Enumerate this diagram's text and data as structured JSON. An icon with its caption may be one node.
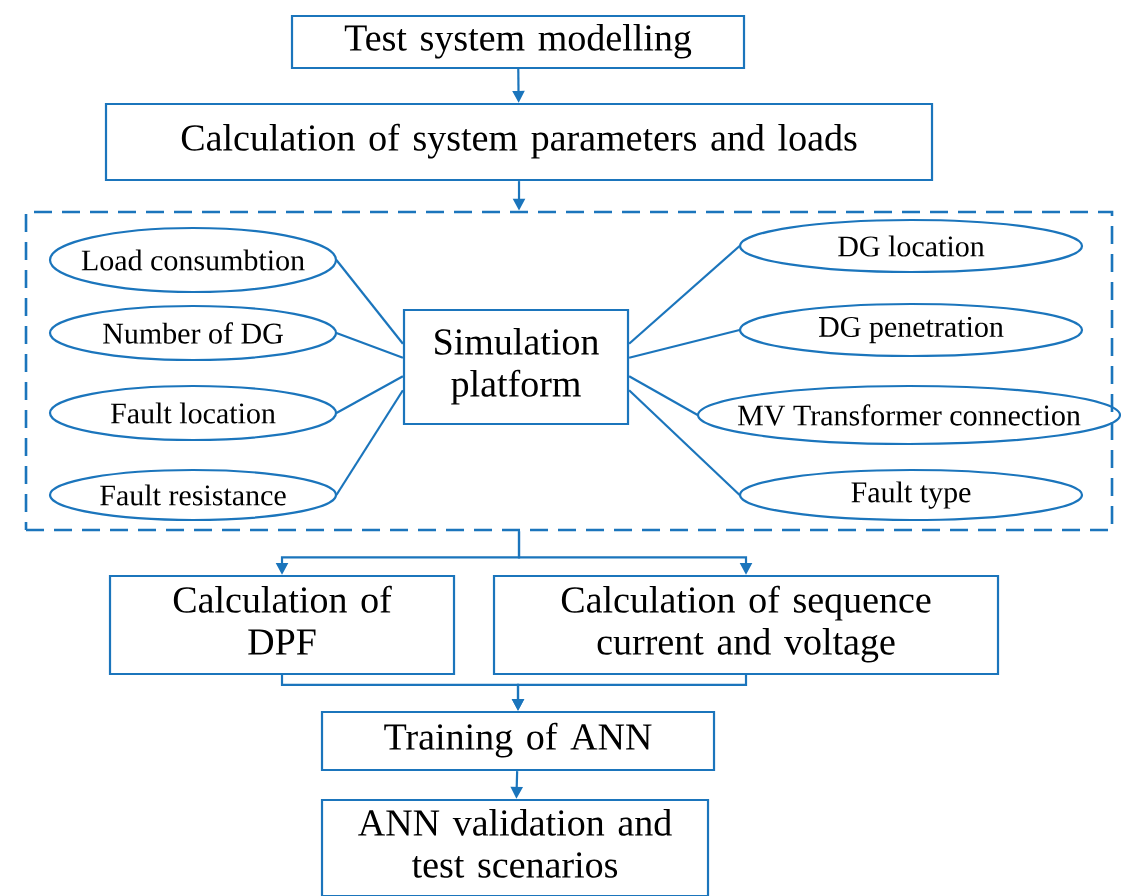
{
  "diagram": {
    "nodes": [
      {
        "text": [
          "Test system modelling"
        ]
      },
      {
        "text": [
          "Calculation of system parameters and loads"
        ]
      },
      {
        "text": [],
        "shape": "box"
      },
      {
        "text": [
          "Simulation platform"
        ],
        "in": 2
      },
      {
        "text": [
          "Load consumbtion"
        ],
        "in": 2
      },
      {
        "text": [
          "Number of DG"
        ],
        "in": 2
      },
      {
        "text": [
          "Fault location"
        ],
        "in": 2
      },
      {
        "text": [
          "Fault resistance"
        ],
        "in": 2
      },
      {
        "text": [
          "DG location"
        ],
        "in": 2
      },
      {
        "text": [
          "DG penetration"
        ],
        "in": 2
      },
      {
        "text": [
          "MV Transformer connection"
        ],
        "in": 2
      },
      {
        "text": [
          "Fault type"
        ],
        "in": 2
      },
      {
        "text": [
          "Calculation of DPF"
        ]
      },
      {
        "text": [
          "Calculation of sequence current and voltage"
        ]
      },
      {
        "text": [
          "Training of ANN"
        ]
      },
      {
        "text": [
          "ANN validation and test scenarios"
        ]
      }
    ],
    "edges": [
      {
        "from": 0,
        "to": 1,
        "arrow": "to"
      },
      {
        "from": 1,
        "to": 2,
        "arrow": "to"
      },
      {
        "from": 4,
        "to": 3,
        "arrow": "none"
      },
      {
        "from": 5,
        "to": 3,
        "arrow": "none"
      },
      {
        "from": 6,
        "to": 3,
        "arrow": "none"
      },
      {
        "from": 7,
        "to": 3,
        "arrow": "none"
      },
      {
        "from": 3,
        "to": 8,
        "arrow": "none"
      },
      {
        "from": 3,
        "to": 9,
        "arrow": "none"
      },
      {
        "from": 3,
        "to": 10,
        "arrow": "none"
      },
      {
        "from": 3,
        "to": 11,
        "arrow": "none"
      },
      {
        "from": 2,
        "to": 12,
        "arrow": "to"
      },
      {
        "from": 2,
        "to": 13,
        "arrow": "to"
      },
      {
        "from": 12,
        "to": 14,
        "arrow": "to"
      },
      {
        "from": 13,
        "to": 14,
        "arrow": "to"
      },
      {
        "from": 14,
        "to": 15,
        "arrow": "to"
      }
    ]
  }
}
